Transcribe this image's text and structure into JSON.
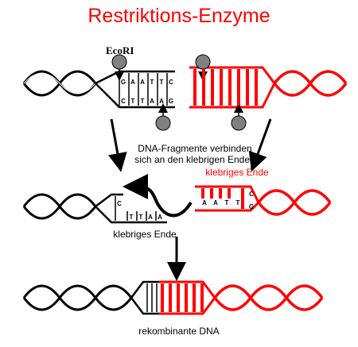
{
  "title": "Restriktions-Enzyme",
  "enzyme_label": "EcoRI",
  "join_caption_line1": "DNA-Fragmente verbinden",
  "join_caption_line2": "sich an den klebrigen Enden",
  "sticky_end_right": "klebriges Ende",
  "sticky_end_left": "klebriges Ende",
  "result_caption": "rekombinante DNA",
  "top_strand_bases": [
    "G",
    "A",
    "A",
    "T",
    "T",
    "C"
  ],
  "bottom_strand_bases": [
    "C",
    "T",
    "T",
    "A",
    "A",
    "G"
  ],
  "left_overhang_bases": [
    "T",
    "T",
    "A",
    "A"
  ],
  "left_overhang_cap": "C",
  "right_overhang_bases": [
    "A",
    "A",
    "T",
    "T"
  ],
  "right_overhang_caps": [
    "C",
    "G"
  ],
  "colors": {
    "title": "#ff0000",
    "dna_left": "#000000",
    "dna_right": "#ff0000",
    "enzyme": "#808080"
  }
}
